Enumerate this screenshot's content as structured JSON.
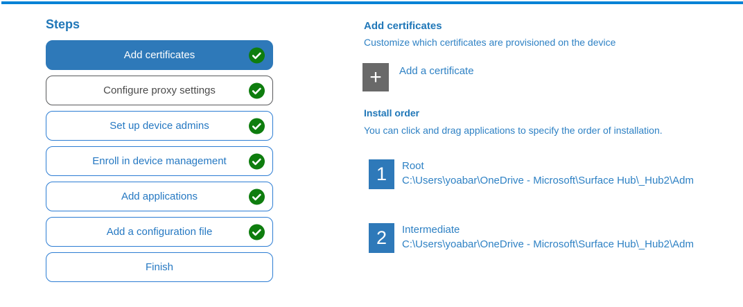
{
  "sidebar": {
    "title": "Steps",
    "steps": [
      {
        "label": "Add certificates",
        "state": "selected",
        "checked": true
      },
      {
        "label": "Configure proxy settings",
        "state": "visited",
        "checked": true
      },
      {
        "label": "Set up device admins",
        "state": "normal",
        "checked": true
      },
      {
        "label": "Enroll in device management",
        "state": "normal",
        "checked": true
      },
      {
        "label": "Add applications",
        "state": "normal",
        "checked": true
      },
      {
        "label": "Add a configuration file",
        "state": "normal",
        "checked": true
      },
      {
        "label": "Finish",
        "state": "normal",
        "checked": false
      }
    ]
  },
  "main": {
    "section_title": "Add certificates",
    "section_subtitle": "Customize which certificates are provisioned on the device",
    "add_button": {
      "icon": "plus-icon",
      "label": "Add a certificate"
    },
    "install_order": {
      "title": "Install order",
      "subtitle": "You can click and drag applications to specify the order of installation.",
      "items": [
        {
          "order": "1",
          "name": "Root",
          "path": "C:\\Users\\yoabar\\OneDrive - Microsoft\\Surface Hub\\_Hub2\\Adm"
        },
        {
          "order": "2",
          "name": "Intermediate",
          "path": "C:\\Users\\yoabar\\OneDrive - Microsoft\\Surface Hub\\_Hub2\\Adm"
        }
      ]
    }
  },
  "colors": {
    "top_bar": "#0082d6",
    "selected_step_bg": "#2e79b9",
    "step_border_blue": "#2b7cd3",
    "text_blue": "#2e81c4",
    "heading_blue": "#2077b8",
    "visited_border_gray": "#57585a",
    "visited_text_gray": "#4a4a4a",
    "check_green": "#0e7d0e",
    "tile_gray": "#696969"
  }
}
